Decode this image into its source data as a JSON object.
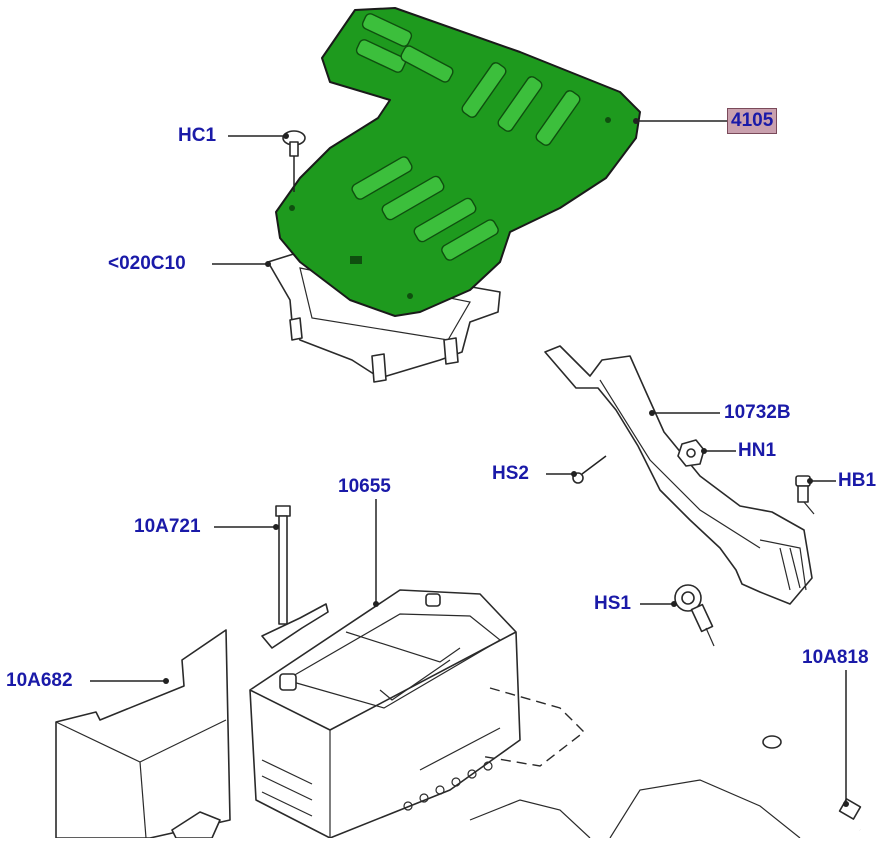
{
  "diagram": {
    "parts": [
      {
        "id": "cover",
        "label": "4105",
        "highlighted": true
      },
      {
        "id": "clip_hc1",
        "label": "HC1"
      },
      {
        "id": "tray_bracket",
        "label": "<020C10"
      },
      {
        "id": "bracket",
        "label": "10732B"
      },
      {
        "id": "nut_hn1",
        "label": "HN1"
      },
      {
        "id": "screw_hs2",
        "label": "HS2"
      },
      {
        "id": "bolt_hb1",
        "label": "HB1"
      },
      {
        "id": "battery",
        "label": "10655"
      },
      {
        "id": "clamp_rod",
        "label": "10A721"
      },
      {
        "id": "bolt_hs1",
        "label": "HS1"
      },
      {
        "id": "insulator",
        "label": "10A682"
      },
      {
        "id": "vent_tube",
        "label": "10A818"
      }
    ],
    "colors": {
      "cover_fill": "#1e9a1e",
      "label_text": "#1a1aa8",
      "highlight_bg": "#c9a0ae"
    }
  }
}
